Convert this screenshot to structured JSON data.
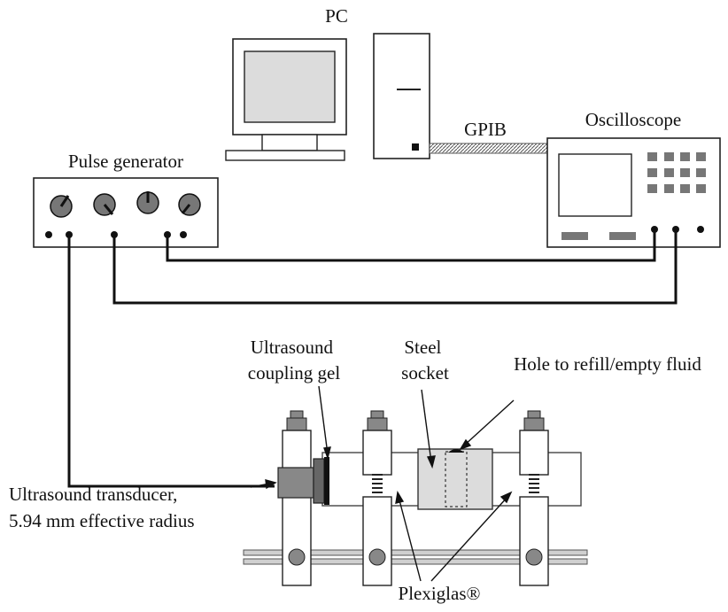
{
  "labels": {
    "pc": "PC",
    "gpib": "GPIB",
    "oscilloscope": "Oscilloscope",
    "pulse_generator": "Pulse generator",
    "coupling_gel_line1": "Ultrasound",
    "coupling_gel_line2": "coupling gel",
    "steel_socket_line1": "Steel",
    "steel_socket_line2": "socket",
    "hole": "Hole to refill/empty fluid",
    "transducer_line1": "Ultrasound transducer,",
    "transducer_line2": "5.94 mm effective radius",
    "plexiglas": "Plexiglas®"
  }
}
